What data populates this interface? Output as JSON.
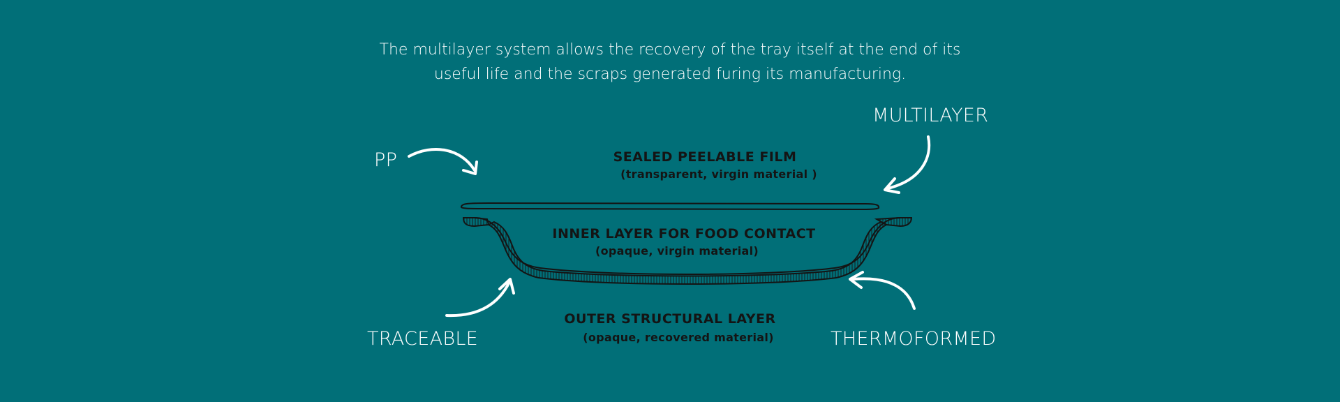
{
  "intro": {
    "line1": "The multilayer system allows the recovery of the tray itself at the end of its",
    "line2": "useful life and the scraps generated furing its manufacturing."
  },
  "labels": {
    "pp": "PP",
    "multilayer": "MULTILAYER",
    "traceable": "TRACEABLE",
    "thermoformed": "THERMOFORMED"
  },
  "layers": {
    "film": {
      "title": "SEALED PEELABLE FILM",
      "subtitle": "(transparent, virgin material )"
    },
    "inner": {
      "title": "INNER LAYER FOR FOOD CONTACT",
      "subtitle": "(opaque, virgin material)"
    },
    "outer": {
      "title": "OUTER STRUCTURAL LAYER",
      "subtitle": "(opaque, recovered material)"
    }
  },
  "colors": {
    "background": "#016f78",
    "text_light": "#ffffff",
    "ink": "#141414"
  },
  "icons": [
    "curved-arrow-icon",
    "tray-illustration"
  ]
}
